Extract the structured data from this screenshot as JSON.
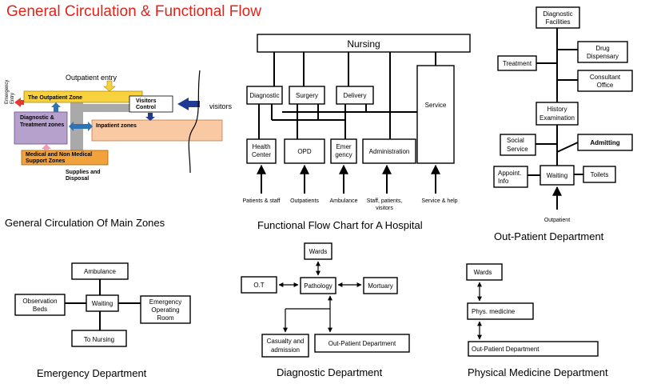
{
  "title": "General Circulation & Functional Flow",
  "captions": {
    "general": "General Circulation Of Main Zones",
    "functional": "Functional Flow Chart for A Hospital",
    "outpatient": "Out-Patient Department",
    "emergency": "Emergency Department",
    "diagnostic": "Diagnostic Department",
    "physical": "Physical Medicine Department"
  },
  "general_circulation": {
    "outpatient_entry": "Outpatient entry",
    "emergency_entry": [
      "Emergency",
      "Entry"
    ],
    "outpatient_zone": "The Outpatient Zone",
    "diagnostic_zone": [
      "Diagnostic &",
      "Treatment zones"
    ],
    "inpatient_zones": "Inpatient zones",
    "visitors_control": [
      "Visitors",
      "Control"
    ],
    "visitors": "visitors",
    "support_zones": [
      "Medical and Non Medical",
      "Support Zones"
    ],
    "supplies": [
      "Supplies and",
      "Disposal"
    ],
    "colors": {
      "outpatient": "#f7d23e",
      "diagnostic": "#b6a1cd",
      "inpatient": "#f9c9a4",
      "support": "#f2a23a",
      "arrow_blue": "#2e74b5",
      "arrow_navy": "#1f3a93",
      "connector": "#a9a9a9"
    }
  },
  "functional_flow": {
    "nursing": "Nursing",
    "diagnostic": "Diagnostic",
    "surgery": "Surgery",
    "delivery": "Delivery",
    "service": "Service",
    "health_center": [
      "Health",
      "Center"
    ],
    "opd": "OPD",
    "emergency": [
      "Emer",
      "gency"
    ],
    "administration": "Administration",
    "inputs": [
      "Patients & staff",
      "Outpatients",
      "Ambulance",
      [
        "Staff, patients,",
        "visitors"
      ],
      "Service & help"
    ]
  },
  "outpatient_department": {
    "diagnostic_facilities": [
      "Diagnostic",
      "Facilities"
    ],
    "treatment": "Treatment",
    "drug_dispensary": [
      "Drug",
      "Dispensary"
    ],
    "consultant_office": [
      "Consultant",
      "Office"
    ],
    "history_examination": [
      "History",
      "Examination"
    ],
    "social_service": [
      "Social",
      "Service"
    ],
    "admitting": "Admitting",
    "appoint_info": [
      "Appoint.",
      "Info"
    ],
    "waiting": "Waiting",
    "toilets": "Toilets",
    "outpatient": "Outpatient"
  },
  "emergency_department": {
    "ambulance": "Ambulance",
    "observation_beds": [
      "Observation",
      "Beds"
    ],
    "waiting": "Waiting",
    "emergency_operating_room": [
      "Emergency",
      "Operating",
      "Room"
    ],
    "to_nursing": "To Nursing"
  },
  "diagnostic_department": {
    "wards": "Wards",
    "ot": "O.T",
    "pathology": "Pathology",
    "mortuary": "Mortuary",
    "casualty_admission": [
      "Casualty and",
      "admission"
    ],
    "outpatient_department": "Out-Patient Department"
  },
  "physical_medicine_department": {
    "wards": "Wards",
    "phys_medicine": "Phys. medicine",
    "outpatient_department": "Out-Patient Department"
  }
}
